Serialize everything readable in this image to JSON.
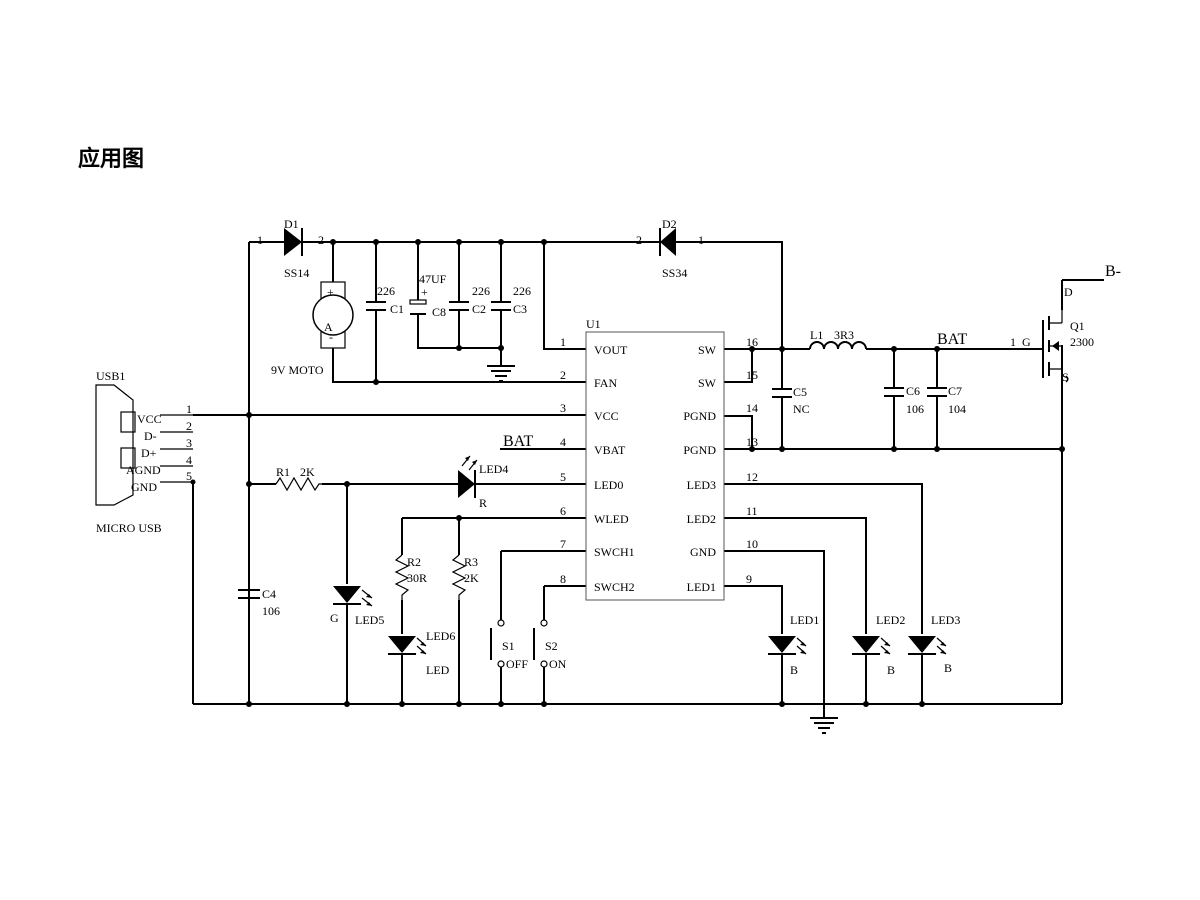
{
  "title": "应用图",
  "nets": {
    "bat_top": "BAT",
    "bat_left": "BAT",
    "b_minus": "B-"
  },
  "u1": {
    "ref": "U1",
    "left_pins": [
      {
        "num": "1",
        "name": "VOUT"
      },
      {
        "num": "2",
        "name": "FAN"
      },
      {
        "num": "3",
        "name": "VCC"
      },
      {
        "num": "4",
        "name": "VBAT"
      },
      {
        "num": "5",
        "name": "LED0"
      },
      {
        "num": "6",
        "name": "WLED"
      },
      {
        "num": "7",
        "name": "SWCH1"
      },
      {
        "num": "8",
        "name": "SWCH2"
      }
    ],
    "right_pins": [
      {
        "num": "16",
        "name": "SW"
      },
      {
        "num": "15",
        "name": "SW"
      },
      {
        "num": "14",
        "name": "PGND"
      },
      {
        "num": "13",
        "name": "PGND"
      },
      {
        "num": "12",
        "name": "LED3"
      },
      {
        "num": "11",
        "name": "LED2"
      },
      {
        "num": "10",
        "name": "GND"
      },
      {
        "num": "9",
        "name": "LED1"
      }
    ]
  },
  "usb": {
    "ref": "USB1",
    "name": "MICRO USB",
    "pins": [
      {
        "num": "1",
        "name": "VCC"
      },
      {
        "num": "2",
        "name": "D-"
      },
      {
        "num": "3",
        "name": "D+"
      },
      {
        "num": "4",
        "name": "AGND"
      },
      {
        "num": "5",
        "name": "GND"
      }
    ]
  },
  "d1": {
    "ref": "D1",
    "value": "SS14",
    "pin_a": "1",
    "pin_k": "2"
  },
  "d2": {
    "ref": "D2",
    "value": "SS34",
    "pin_a": "2",
    "pin_k": "1"
  },
  "motor": {
    "label": "9V MOTO",
    "letter": "A",
    "plus": "+",
    "minus": "-"
  },
  "c1": {
    "ref": "C1",
    "value": "226"
  },
  "c8": {
    "ref": "C8",
    "value": "47UF",
    "plus": "+"
  },
  "c2": {
    "ref": "C2",
    "value": "226"
  },
  "c3": {
    "ref": "C3",
    "value": "226"
  },
  "c4": {
    "ref": "C4",
    "value": "106"
  },
  "c5": {
    "ref": "C5",
    "value": "NC"
  },
  "c6": {
    "ref": "C6",
    "value": "106"
  },
  "c7": {
    "ref": "C7",
    "value": "104"
  },
  "l1": {
    "ref": "L1",
    "value": "3R3"
  },
  "r1": {
    "ref": "R1",
    "value": "2K"
  },
  "r2": {
    "ref": "R2",
    "value": "30R"
  },
  "r3": {
    "ref": "R3",
    "value": "2K"
  },
  "led4": {
    "ref": "LED4",
    "color": "R"
  },
  "led5": {
    "ref": "LED5",
    "color": "G"
  },
  "led6": {
    "ref": "LED6",
    "color": "LED"
  },
  "led1": {
    "ref": "LED1",
    "color": "B"
  },
  "led2": {
    "ref": "LED2",
    "color": "B"
  },
  "led3": {
    "ref": "LED3",
    "color": "B"
  },
  "s1": {
    "ref": "S1",
    "label": "OFF"
  },
  "s2": {
    "ref": "S2",
    "label": "ON"
  },
  "q1": {
    "ref": "Q1",
    "value": "2300",
    "pin_g": "1",
    "g": "G",
    "d": "D",
    "s": "S"
  }
}
